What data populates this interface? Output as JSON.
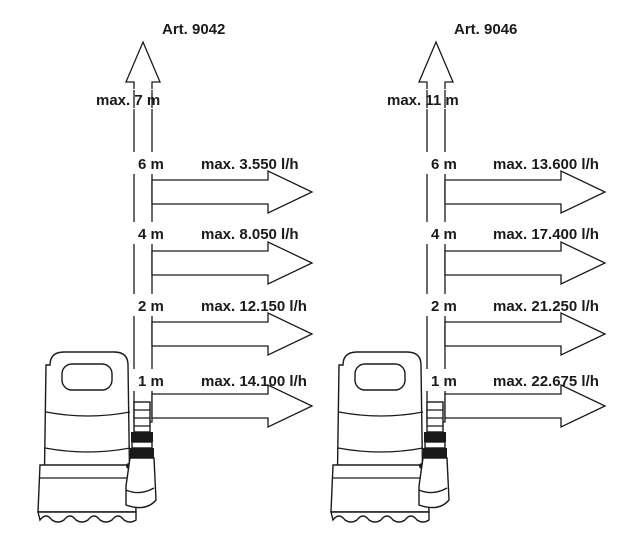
{
  "panels": [
    {
      "title": "Art. 9042",
      "max_height_label": "max. 7 m",
      "levels": [
        {
          "height": "6 m",
          "flow": "max. 3.550 l/h"
        },
        {
          "height": "4 m",
          "flow": "max. 8.050 l/h"
        },
        {
          "height": "2 m",
          "flow": "max. 12.150 l/h"
        },
        {
          "height": "1 m",
          "flow": "max. 14.100 l/h"
        }
      ]
    },
    {
      "title": "Art. 9046",
      "max_height_label": "max. 11 m",
      "levels": [
        {
          "height": "6 m",
          "flow": "max. 13.600 l/h"
        },
        {
          "height": "4 m",
          "flow": "max. 17.400 l/h"
        },
        {
          "height": "2 m",
          "flow": "max. 21.250 l/h"
        },
        {
          "height": "1 m",
          "flow": "max. 22.675 l/h"
        }
      ]
    }
  ]
}
